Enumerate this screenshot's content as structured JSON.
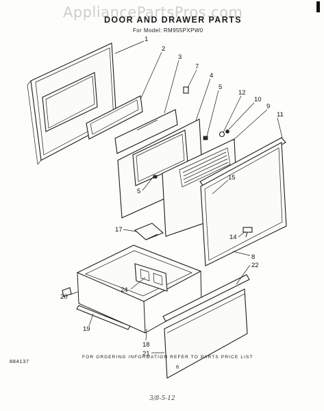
{
  "watermark": "AppliancePartsPros.com",
  "title": "DOOR AND DRAWER PARTS",
  "model_line": "For Model: RM955PXPW0",
  "footer_note": "FOR ORDERING INFORMATION REFER TO PARTS PRICE LIST",
  "doc_number": "884137",
  "page_number": "6",
  "handwritten_note": "3/8-5-12",
  "callouts": {
    "c1": "1",
    "c2": "2",
    "c3": "3",
    "c4": "4",
    "c5a": "5",
    "c5b": "5",
    "c7": "7",
    "c8": "8",
    "c9": "9",
    "c10": "10",
    "c11": "11",
    "c12": "12",
    "c14": "14",
    "c15": "15",
    "c17": "17",
    "c18": "18",
    "c19": "19",
    "c20": "20",
    "c21": "21",
    "c22": "22",
    "c24": "24"
  }
}
